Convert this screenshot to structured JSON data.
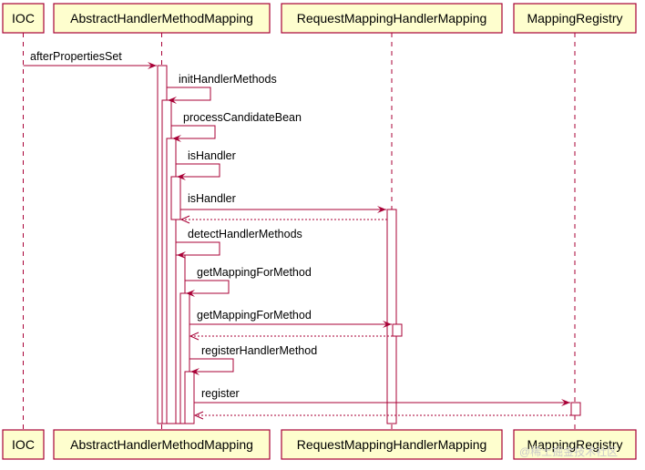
{
  "participants": [
    {
      "id": "ioc",
      "label": "IOC"
    },
    {
      "id": "ahmm",
      "label": "AbstractHandlerMethodMapping"
    },
    {
      "id": "rmhm",
      "label": "RequestMappingHandlerMapping"
    },
    {
      "id": "mr",
      "label": "MappingRegistry"
    }
  ],
  "messages": [
    {
      "label": "afterPropertiesSet"
    },
    {
      "label": "initHandlerMethods"
    },
    {
      "label": "processCandidateBean"
    },
    {
      "label": "isHandler"
    },
    {
      "label": "isHandler"
    },
    {
      "label": ""
    },
    {
      "label": "detectHandlerMethods"
    },
    {
      "label": "getMappingForMethod"
    },
    {
      "label": "getMappingForMethod"
    },
    {
      "label": ""
    },
    {
      "label": "registerHandlerMethod"
    },
    {
      "label": "register"
    },
    {
      "label": ""
    }
  ],
  "watermark": "@稀土掘金技术社区",
  "colors": {
    "accent": "#A80036",
    "box_fill": "#FEFECE"
  }
}
